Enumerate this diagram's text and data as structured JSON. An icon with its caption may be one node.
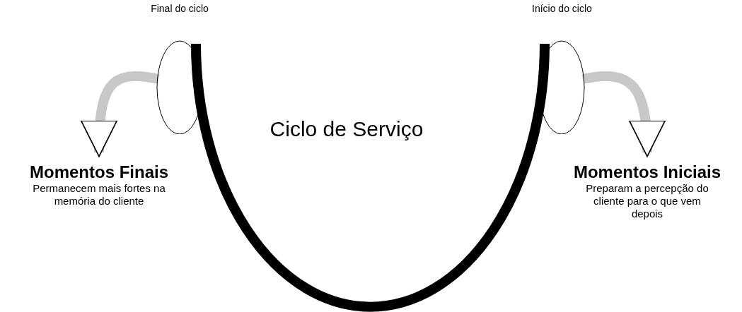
{
  "diagram": {
    "title": "Ciclo de Serviço",
    "nodes": [
      {
        "text": [
          "Final do ciclo"
        ]
      },
      {
        "text": [
          "Início do ciclo"
        ]
      },
      {
        "text": [
          "Momentos Finais",
          "Permanecem mais fortes na memória do cliente"
        ]
      },
      {
        "text": [
          "Momentos Iniciais",
          "Preparam a percepção do cliente para o que vem depois"
        ]
      }
    ],
    "edges": [
      {
        "from": 0,
        "to": 2,
        "arrow": "to"
      },
      {
        "from": 1,
        "to": 3,
        "arrow": "to"
      }
    ]
  }
}
